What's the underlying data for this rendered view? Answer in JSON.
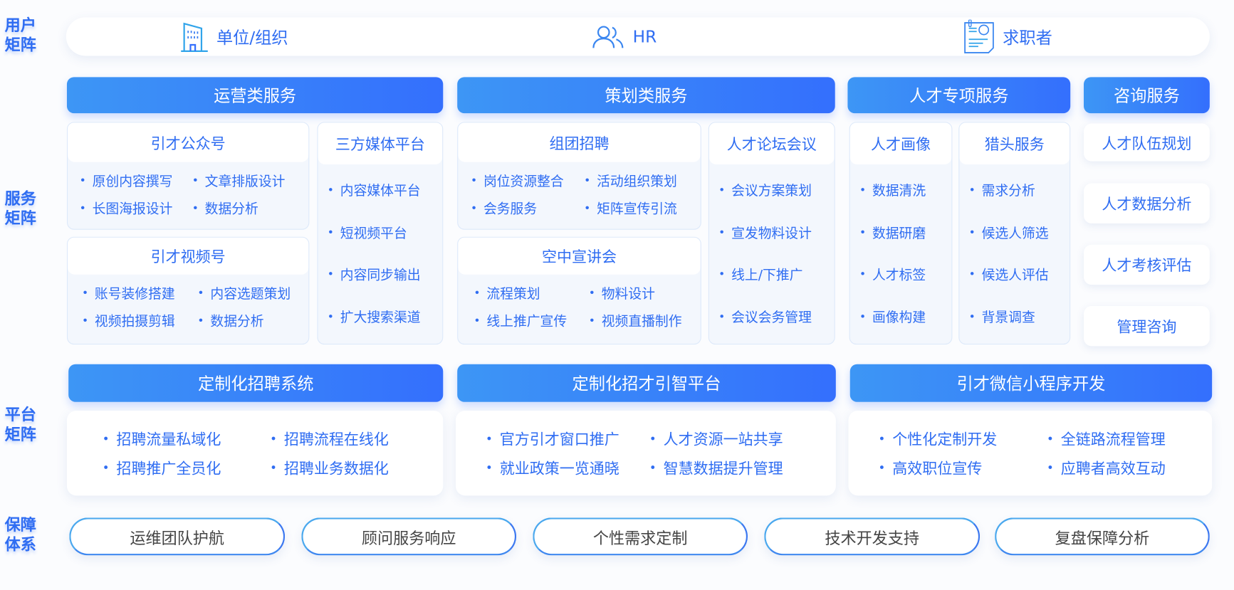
{
  "user_matrix": {
    "label_lines": [
      "用户",
      "矩阵"
    ],
    "items": [
      {
        "label": "单位/组织",
        "icon": "building-icon"
      },
      {
        "label": "HR",
        "icon": "users-icon"
      },
      {
        "label": "求职者",
        "icon": "resume-icon"
      }
    ]
  },
  "service_matrix": {
    "label_lines": [
      "服务",
      "矩阵"
    ],
    "headers": [
      "运营类服务",
      "策划类服务",
      "人才专项服务",
      "咨询服务"
    ],
    "cards": [
      {
        "title": "引才公众号",
        "items": [
          "原创内容撰写",
          "文章排版设计",
          "长图海报设计",
          "数据分析"
        ]
      },
      {
        "title": "引才视频号",
        "items": [
          "账号装修搭建",
          "内容选题策划",
          "视频拍摄剪辑",
          "数据分析"
        ]
      },
      {
        "title": "三方媒体平台",
        "items": [
          "内容媒体平台",
          "短视频平台",
          "内容同步输出",
          "扩大搜索渠道"
        ]
      },
      {
        "title": "组团招聘",
        "items": [
          "岗位资源整合",
          "活动组织策划",
          "会务服务",
          "矩阵宣传引流"
        ]
      },
      {
        "title": "空中宣讲会",
        "items": [
          "流程策划",
          "物料设计",
          "线上推广宣传",
          "视频直播制作"
        ]
      },
      {
        "title": "人才论坛会议",
        "items": [
          "会议方案策划",
          "宣发物料设计",
          "线上/下推广",
          "会议会务管理"
        ]
      },
      {
        "title": "人才画像",
        "items": [
          "数据清洗",
          "数据研磨",
          "人才标签",
          "画像构建"
        ]
      },
      {
        "title": "猎头服务",
        "items": [
          "需求分析",
          "候选人筛选",
          "候选人评估",
          "背景调查"
        ]
      }
    ],
    "consulting": [
      "人才队伍规划",
      "人才数据分析",
      "人才考核评估",
      "管理咨询"
    ]
  },
  "platform_matrix": {
    "label_lines": [
      "平台",
      "矩阵"
    ],
    "platforms": [
      {
        "title": "定制化招聘系统",
        "items": [
          "招聘流量私域化",
          "招聘流程在线化",
          "招聘推广全员化",
          "招聘业务数据化"
        ]
      },
      {
        "title": "定制化招才引智平台",
        "items": [
          "官方引才窗口推广",
          "人才资源一站共享",
          "就业政策一览通晓",
          "智慧数据提升管理"
        ]
      },
      {
        "title": "引才微信小程序开发",
        "items": [
          "个性化定制开发",
          "全链路流程管理",
          "高效职位宣传",
          "应聘者高效互动"
        ]
      }
    ]
  },
  "guarantee": {
    "label_lines": [
      "保障",
      "体系"
    ],
    "items": [
      "运维团队护航",
      "顾问服务响应",
      "个性需求定制",
      "技术开发支持",
      "复盘保障分析"
    ]
  },
  "colors": {
    "accent": "#2f6df2",
    "gradient_start": "#3d96f5",
    "gradient_end": "#346ffd",
    "pill_text": "#444444"
  }
}
